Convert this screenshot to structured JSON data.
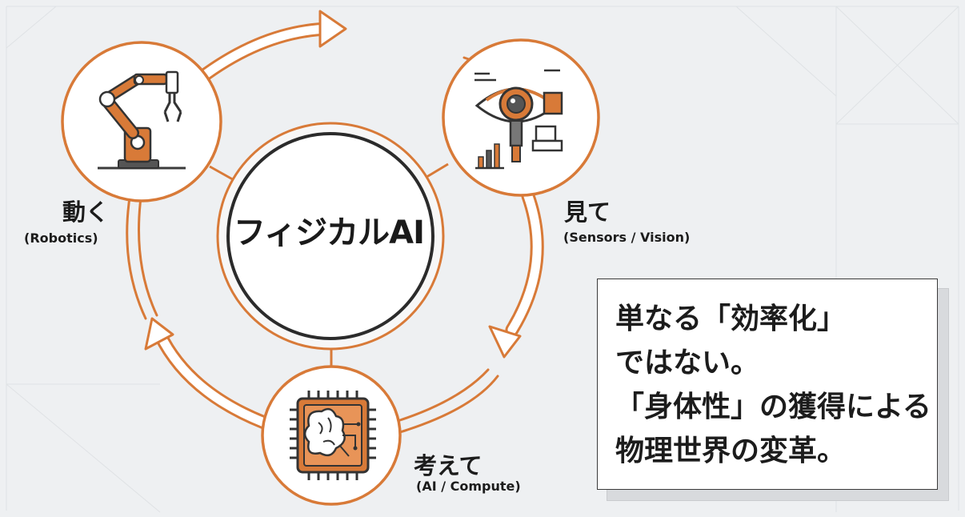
{
  "center": {
    "title": "フィジカルAI"
  },
  "nodes": {
    "robotics": {
      "label": "動く",
      "sublabel": "(Robotics)",
      "icon": "robot-arm-icon"
    },
    "vision": {
      "label": "見て",
      "sublabel": "(Sensors / Vision)",
      "icon": "eye-sensor-icon"
    },
    "compute": {
      "label": "考えて",
      "sublabel": "(AI / Compute)",
      "icon": "brain-chip-icon"
    }
  },
  "message": {
    "lines": [
      "単なる「効率化」",
      "ではない。",
      "「身体性」の獲得による",
      "物理世界の変革。"
    ]
  },
  "colors": {
    "accent": "#d87a38",
    "dark": "#3b3b3b",
    "background": "#eef0f2",
    "ring_fill": "#ffffff"
  }
}
